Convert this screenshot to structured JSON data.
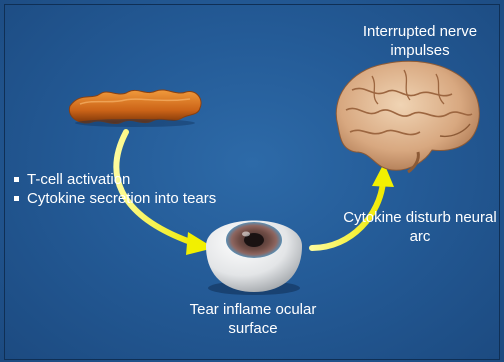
{
  "labels": {
    "brain": "Interrupted nerve impulses",
    "disturb": "Cytokine disturb neural arc",
    "tear": "Tear inflame ocular surface"
  },
  "bullets": [
    "T-cell activation",
    "Cytokine secretion into tears"
  ],
  "icons": [
    "lacrimal-gland-icon",
    "eye-icon",
    "brain-icon",
    "yellow-arrow-icon"
  ],
  "colors": {
    "background": "#245b97",
    "arrow": "#f2f000",
    "gland": "#d06a1c",
    "text": "#ffffff"
  }
}
